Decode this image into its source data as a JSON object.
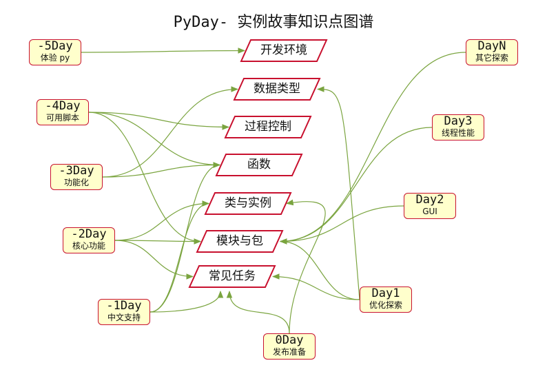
{
  "title": "PyDay- 实例故事知识点图谱",
  "colors": {
    "edge": "#7aa43f",
    "topic_border": "#c8102e",
    "day_fill": "#ffffcc"
  },
  "days": [
    {
      "name": "-5Day",
      "sub": "体验 py"
    },
    {
      "name": "-4Day",
      "sub": "可用脚本"
    },
    {
      "name": "-3Day",
      "sub": "功能化"
    },
    {
      "name": "-2Day",
      "sub": "核心功能"
    },
    {
      "name": "-1Day",
      "sub": "中文支持"
    },
    {
      "name": "0Day",
      "sub": "发布准备"
    },
    {
      "name": "Day1",
      "sub": "优化探索"
    },
    {
      "name": "Day2",
      "sub": "GUI"
    },
    {
      "name": "Day3",
      "sub": "线程性能"
    },
    {
      "name": "DayN",
      "sub": "其它探索"
    }
  ],
  "topics": [
    "开发环境",
    "数据类型",
    "过程控制",
    "函数",
    "类与实例",
    "模块与包",
    "常见任务"
  ],
  "edges": [
    [
      "-5Day",
      "开发环境"
    ],
    [
      "-4Day",
      "过程控制"
    ],
    [
      "-4Day",
      "函数"
    ],
    [
      "-4Day",
      "模块与包"
    ],
    [
      "-3Day",
      "数据类型"
    ],
    [
      "-3Day",
      "函数"
    ],
    [
      "-2Day",
      "类与实例"
    ],
    [
      "-2Day",
      "模块与包"
    ],
    [
      "-2Day",
      "常见任务"
    ],
    [
      "-1Day",
      "函数"
    ],
    [
      "-1Day",
      "类与实例"
    ],
    [
      "-1Day",
      "常见任务"
    ],
    [
      "0Day",
      "类与实例"
    ],
    [
      "0Day",
      "常见任务"
    ],
    [
      "Day1",
      "数据类型"
    ],
    [
      "Day1",
      "模块与包"
    ],
    [
      "Day1",
      "常见任务"
    ],
    [
      "Day2",
      "模块与包"
    ],
    [
      "Day3",
      "模块与包"
    ],
    [
      "DayN",
      "模块与包"
    ]
  ]
}
